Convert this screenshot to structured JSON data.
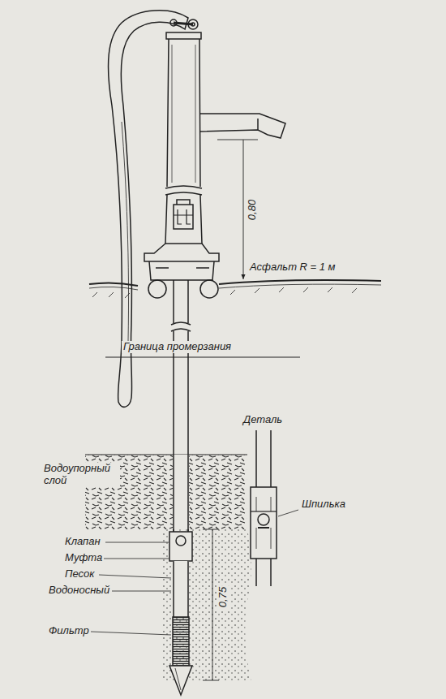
{
  "diagram": {
    "labels": [
      "0,80",
      "Асфальт R = 1 м",
      "Граница промерзания",
      "Деталь",
      "Водоупорный слой",
      "Шпилька",
      "Клапан",
      "Муфта",
      "Песок",
      "Водоносный",
      "Фильтр",
      "0,75"
    ]
  }
}
